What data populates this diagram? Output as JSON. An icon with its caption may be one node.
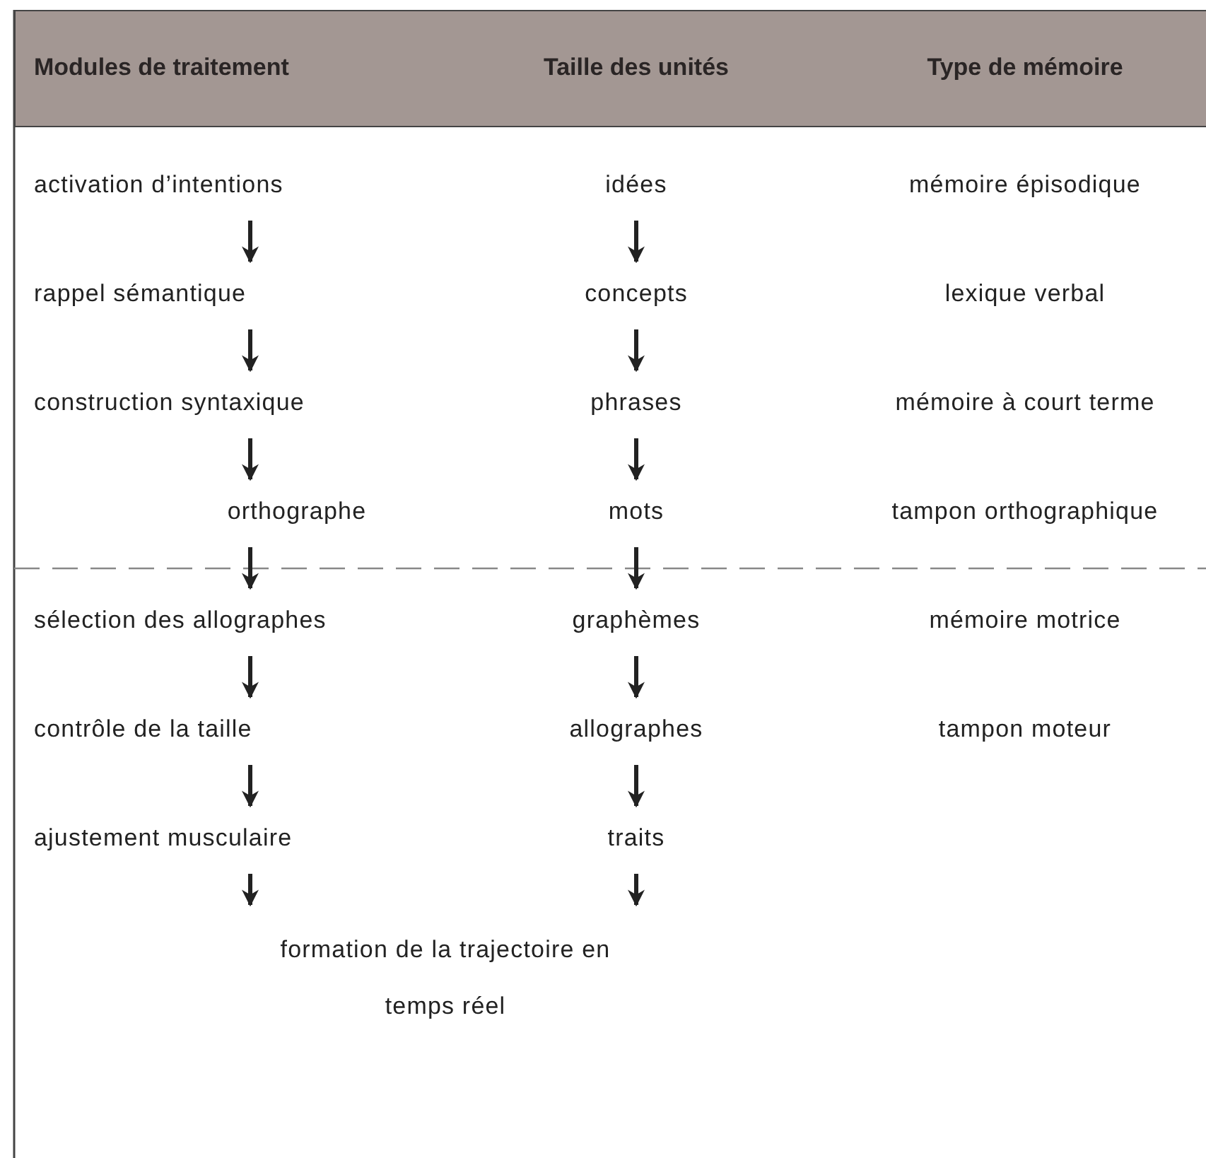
{
  "diagram": {
    "nodes": [
      {
        "text": [
          "activation d’intentions"
        ]
      },
      {
        "text": [
          "idées"
        ]
      },
      {
        "text": [
          "rappel sémantique"
        ]
      },
      {
        "text": [
          "concepts"
        ]
      },
      {
        "text": [
          "construction syntaxique"
        ]
      },
      {
        "text": [
          "phrases"
        ]
      },
      {
        "text": [
          "orthographe"
        ]
      },
      {
        "text": [
          "mots"
        ]
      },
      {
        "text": [
          "sélection des allographes"
        ]
      },
      {
        "text": [
          "graphèmes"
        ]
      },
      {
        "text": [
          "contrôle de la taille"
        ]
      },
      {
        "text": [
          "allographes"
        ]
      },
      {
        "text": [
          "ajustement musculaire"
        ]
      },
      {
        "text": [
          "traits"
        ]
      },
      {
        "text": [
          "formation de la trajectoire en temps réel"
        ]
      }
    ],
    "edges": [
      {
        "from": 0,
        "to": 2,
        "arrow": "to"
      },
      {
        "from": 2,
        "to": 4,
        "arrow": "to"
      },
      {
        "from": 4,
        "to": 6,
        "arrow": "to"
      },
      {
        "from": 6,
        "to": 8,
        "arrow": "to"
      },
      {
        "from": 8,
        "to": 10,
        "arrow": "to"
      },
      {
        "from": 10,
        "to": 12,
        "arrow": "to"
      },
      {
        "from": 12,
        "to": 14,
        "arrow": "to"
      },
      {
        "from": 1,
        "to": 3,
        "arrow": "to"
      },
      {
        "from": 3,
        "to": 5,
        "arrow": "to"
      },
      {
        "from": 5,
        "to": 7,
        "arrow": "to"
      },
      {
        "from": 7,
        "to": 9,
        "arrow": "to"
      },
      {
        "from": 9,
        "to": 11,
        "arrow": "to"
      },
      {
        "from": 11,
        "to": 13,
        "arrow": "to"
      },
      {
        "from": 13,
        "to": 14,
        "arrow": "to"
      }
    ],
    "labels": [
      "Modules de traitement",
      "Taille des unités",
      "Type de mémoire",
      "mémoire épisodique",
      "lexique verbal",
      "mémoire à court terme",
      "tampon orthographique",
      "mémoire motrice",
      "tampon moteur"
    ]
  }
}
